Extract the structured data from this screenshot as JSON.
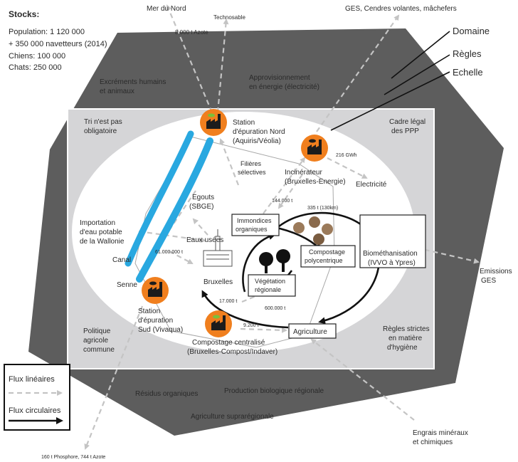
{
  "stocks": {
    "title": "Stocks:",
    "lines": [
      "Population: 1 120 000",
      "+ 350 000 navetteurs (2014)",
      "Chiens: 100 000",
      "Chats: 250 000"
    ]
  },
  "levels": {
    "domaine": "Domaine",
    "regles": "Règles",
    "echelle": "Echelle"
  },
  "outer_top": {
    "excrements": [
      "Excréments humains",
      "et animaux"
    ],
    "energie": [
      "Approvisionnement",
      "en énergie (électricité)"
    ]
  },
  "outer_bottom": {
    "residus": "Résidus organiques",
    "production": "Production biologique régionale",
    "agri_supra": "Agriculture suprarégionale"
  },
  "middle": {
    "tri": [
      "Tri n'est pas",
      "obligatoire"
    ],
    "cadre": [
      "Cadre légal",
      "des PPP"
    ],
    "politique": [
      "Politique",
      "agricole",
      "commune"
    ],
    "regles_strictes": [
      "Règles strictes",
      "en matière",
      "d'hygiène"
    ]
  },
  "external": {
    "mer_du_nord": "Mer du Nord",
    "technosable": "Technosable",
    "azote_8000": "8.000 t Azote",
    "ges_cendres": "GES, Cendres volantes, mâchefers",
    "emissions_ges": [
      "Emissions",
      "GES"
    ],
    "phosphore": "160 t Phosphore, 744 t Azote",
    "engrais": [
      "Engrais minéraux",
      "et chimiques"
    ]
  },
  "nodes": {
    "station_nord": [
      "Station",
      "d'épuration Nord",
      "(Aquiris/Véolia)"
    ],
    "incinerateur": [
      "Incinérateur",
      "(Bruxelles-Energie)"
    ],
    "filieres": [
      "Filières",
      "sélectives"
    ],
    "electricite": "Electricité",
    "egouts": [
      "Egouts",
      "(SBGE)"
    ],
    "importation": [
      "Importation",
      "d'eau potable",
      "de la Wallonie"
    ],
    "eaux_usees": "Eaux usées",
    "canal": "Canal",
    "senne": "Senne",
    "bruxelles": "Bruxelles",
    "immondices": [
      "Immondices",
      "organiques"
    ],
    "compostage_poly": [
      "Compostage",
      "polycentrique"
    ],
    "vegetation": [
      "Végétation",
      "régionale"
    ],
    "biomethanisation": [
      "Biométhanisation",
      "(IVVO à Ypres)"
    ],
    "station_sud": [
      "Station",
      "d'épuration",
      "Sud (Vivaqua)"
    ],
    "compostage_central": [
      "Compostage centralisé",
      "(Bruxelles-Compost/Indaver)"
    ],
    "agriculture": "Agriculture"
  },
  "flows": {
    "gwh": "216 GWh",
    "t144": "144.000 t",
    "t335": "335 t (130km)",
    "t61m": "61.000.000 t",
    "t17": "17.000 t",
    "t600": "600.000 t",
    "t9200": "9.200 t"
  },
  "legend": {
    "lineaires": "Flux linéaires",
    "circulaires": "Flux circulaires"
  },
  "colors": {
    "outer_hex": "#5d5d5d",
    "middle_rect": "#d5d5d7",
    "facility_orange": "#f07f1e",
    "river_blue": "#29a8e0",
    "flow_dashed": "#c4c4c4",
    "flow_circular": "#111111"
  },
  "icons": [
    "factory-icon",
    "tree-icon",
    "city-hall-icon",
    "compost-pile-icon"
  ]
}
